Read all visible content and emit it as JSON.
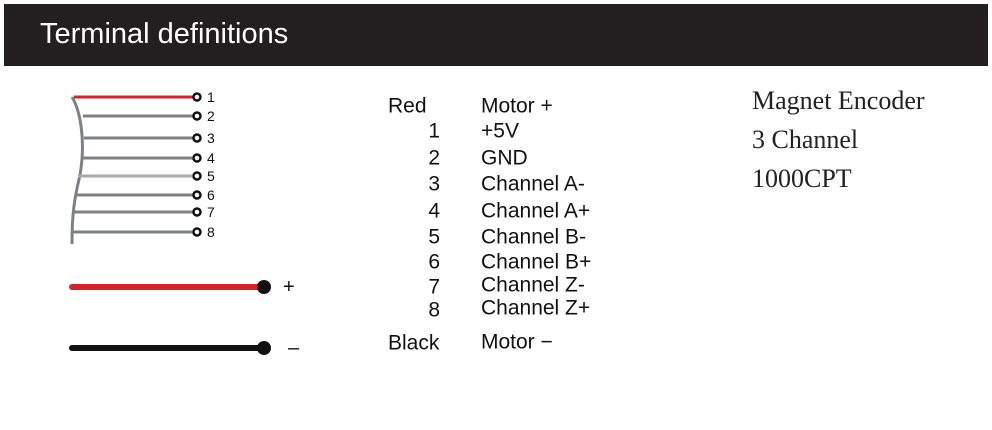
{
  "header": {
    "title": "Terminal definitions"
  },
  "colors": {
    "red": "#d9232a",
    "gray": "#7d8085",
    "black": "#111111",
    "header_bg": "#231f20"
  },
  "encoder_pins": [
    "1",
    "2",
    "3",
    "4",
    "5",
    "6",
    "7",
    "8"
  ],
  "motor_symbols": {
    "plus": "+",
    "minus": "–"
  },
  "table": {
    "red": {
      "label": "Red",
      "desc": "Motor +"
    },
    "rows": [
      {
        "num": "1",
        "desc": "+5V"
      },
      {
        "num": "2",
        "desc": "GND"
      },
      {
        "num": "3",
        "desc": "Channel A-"
      },
      {
        "num": "4",
        "desc": "Channel A+"
      },
      {
        "num": "5",
        "desc": "Channel B-"
      },
      {
        "num": "6",
        "desc": "Channel B+"
      },
      {
        "num": "7",
        "desc": "Channel Z-"
      },
      {
        "num": "8",
        "desc": "Channel Z+"
      }
    ],
    "black": {
      "label": "Black",
      "desc": "Motor −"
    }
  },
  "specs": [
    "Magnet Encoder",
    "3 Channel",
    "1000CPT"
  ]
}
